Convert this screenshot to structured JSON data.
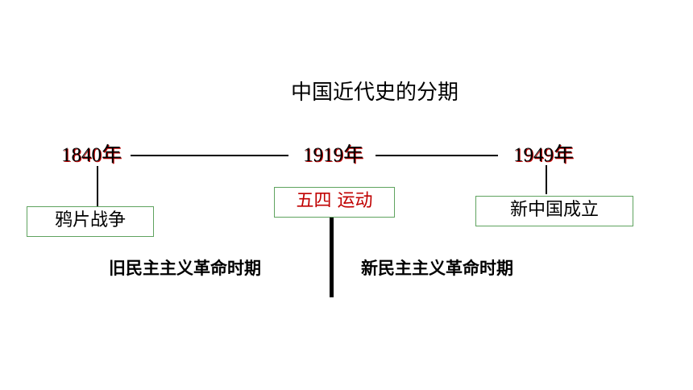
{
  "title": "中国近代史的分期",
  "timeline": {
    "years": [
      {
        "label": "1840年",
        "event": "鸦片战争"
      },
      {
        "label": "1919年",
        "event": "五四  运动"
      },
      {
        "label": "1949年",
        "event": "新中国成立"
      }
    ],
    "periods": [
      {
        "label": "旧民主主义革命时期"
      },
      {
        "label": "新民主主义革命时期"
      }
    ]
  },
  "colors": {
    "year_shadow": "#c00000",
    "event_highlight": "#c00000",
    "box_border": "#5fa35f"
  }
}
